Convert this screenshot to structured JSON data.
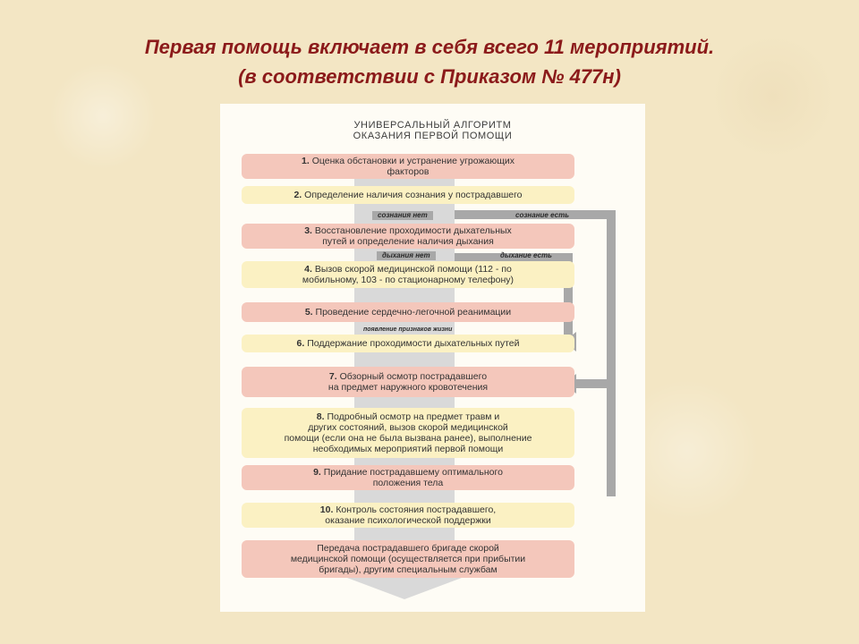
{
  "title": {
    "line1": "Первая помощь включает в себя всего 11 мероприятий.",
    "line2": "(в соответствии с Приказом № 477н)"
  },
  "diagram": {
    "heading": {
      "line1": "УНИВЕРСАЛЬНЫЙ АЛГОРИТМ",
      "line2": "ОКАЗАНИЯ ПЕРВОЙ ПОМОЩИ"
    },
    "steps": [
      {
        "num": "1.",
        "lines": [
          "Оценка обстановки и устранение угрожающих",
          "факторов"
        ]
      },
      {
        "num": "2.",
        "lines": [
          "Определение наличия сознания у пострадавшего"
        ]
      },
      {
        "num": "3.",
        "lines": [
          "Восстановление проходимости дыхательных",
          "путей и определение наличия дыхания"
        ]
      },
      {
        "num": "4.",
        "lines": [
          "Вызов скорой медицинской помощи (112 - по",
          "мобильному, 103 - по стационарному телефону)"
        ]
      },
      {
        "num": "5.",
        "lines": [
          "Проведение сердечно-легочной реанимации"
        ]
      },
      {
        "num": "6.",
        "lines": [
          "Поддержание проходимости дыхательных путей"
        ]
      },
      {
        "num": "7.",
        "lines": [
          "Обзорный осмотр пострадавшего",
          "на предмет наружного кровотечения"
        ]
      },
      {
        "num": "8.",
        "lines": [
          "Подробный осмотр на предмет травм и",
          "других состояний, вызов скорой медицинской",
          "помощи (если она не была вызвана ранее), выполнение",
          "необходимых мероприятий первой помощи"
        ]
      },
      {
        "num": "9.",
        "lines": [
          "Придание пострадавшему оптимального",
          "положения тела"
        ]
      },
      {
        "num": "10.",
        "lines": [
          "Контроль состояния пострадавшего,",
          "оказание психологической поддержки"
        ]
      },
      {
        "num": "",
        "lines": [
          "Передача пострадавшего бригаде скорой",
          "медицинской помощи (осуществляется при прибытии",
          "бригады), другим специальным службам"
        ]
      }
    ],
    "branches": {
      "no_consciousness": "сознания нет",
      "consciousness": "сознание есть",
      "no_breathing": "дыхания нет",
      "breathing": "дыхание есть",
      "signs_of_life": "появление признаков жизни"
    }
  }
}
